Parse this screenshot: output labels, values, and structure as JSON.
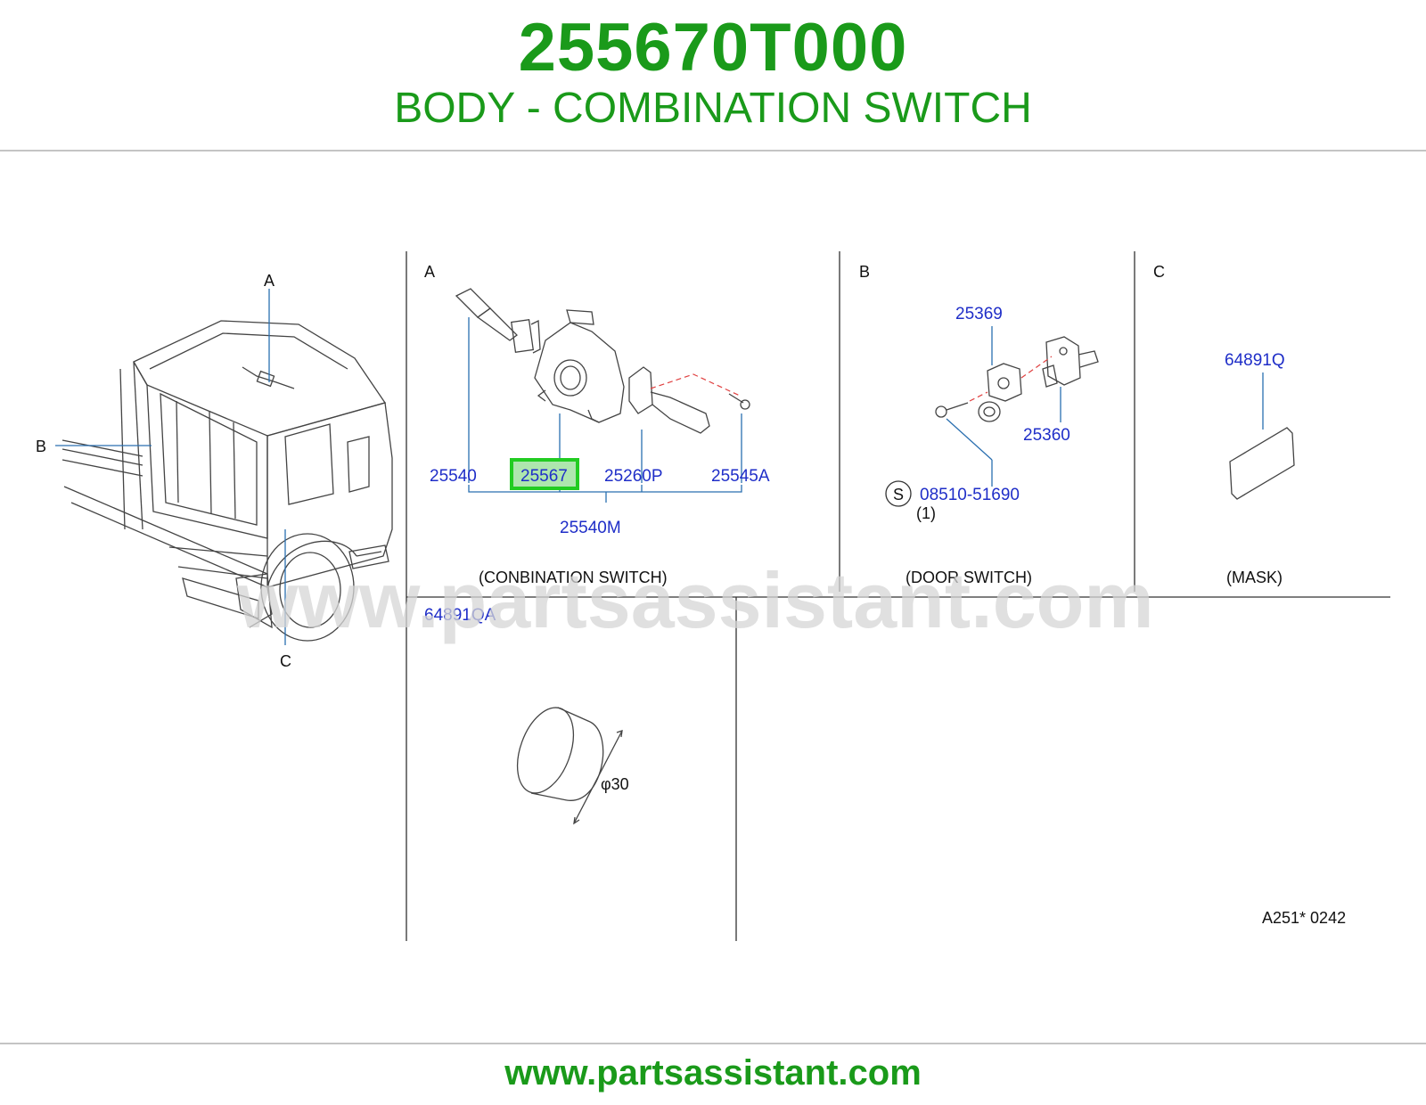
{
  "header": {
    "part_number": "255670T000",
    "title": "BODY - COMBINATION SWITCH"
  },
  "footer": {
    "url": "www.partsassistant.com"
  },
  "diagram": {
    "watermark": "www.partsassistant.com",
    "overview": {
      "labels": {
        "a": "A",
        "b": "B",
        "c": "C"
      }
    },
    "panel_a": {
      "letter": "A",
      "caption": "(CONBINATION   SWITCH)",
      "parts": [
        "25540",
        "25567",
        "25260P",
        "25545A"
      ],
      "assembly": "25540M",
      "highlighted": "25567"
    },
    "panel_b": {
      "letter": "B",
      "caption": "(DOOR   SWITCH)",
      "parts": [
        "25369",
        "25360"
      ],
      "screw": {
        "symbol": "S",
        "number": "08510-51690",
        "qty": "(1)"
      }
    },
    "panel_c": {
      "letter": "C",
      "caption": "(MASK)",
      "part": "64891Q"
    },
    "panel_d": {
      "part": "64891QA",
      "dimension": "φ30"
    },
    "ref_code": "A251*   0242"
  },
  "colors": {
    "brand_green": "#1a9a1a",
    "part_blue": "#1f2ec8",
    "highlight_box": "#22cc22",
    "highlight_fill": "#aee6ae"
  }
}
